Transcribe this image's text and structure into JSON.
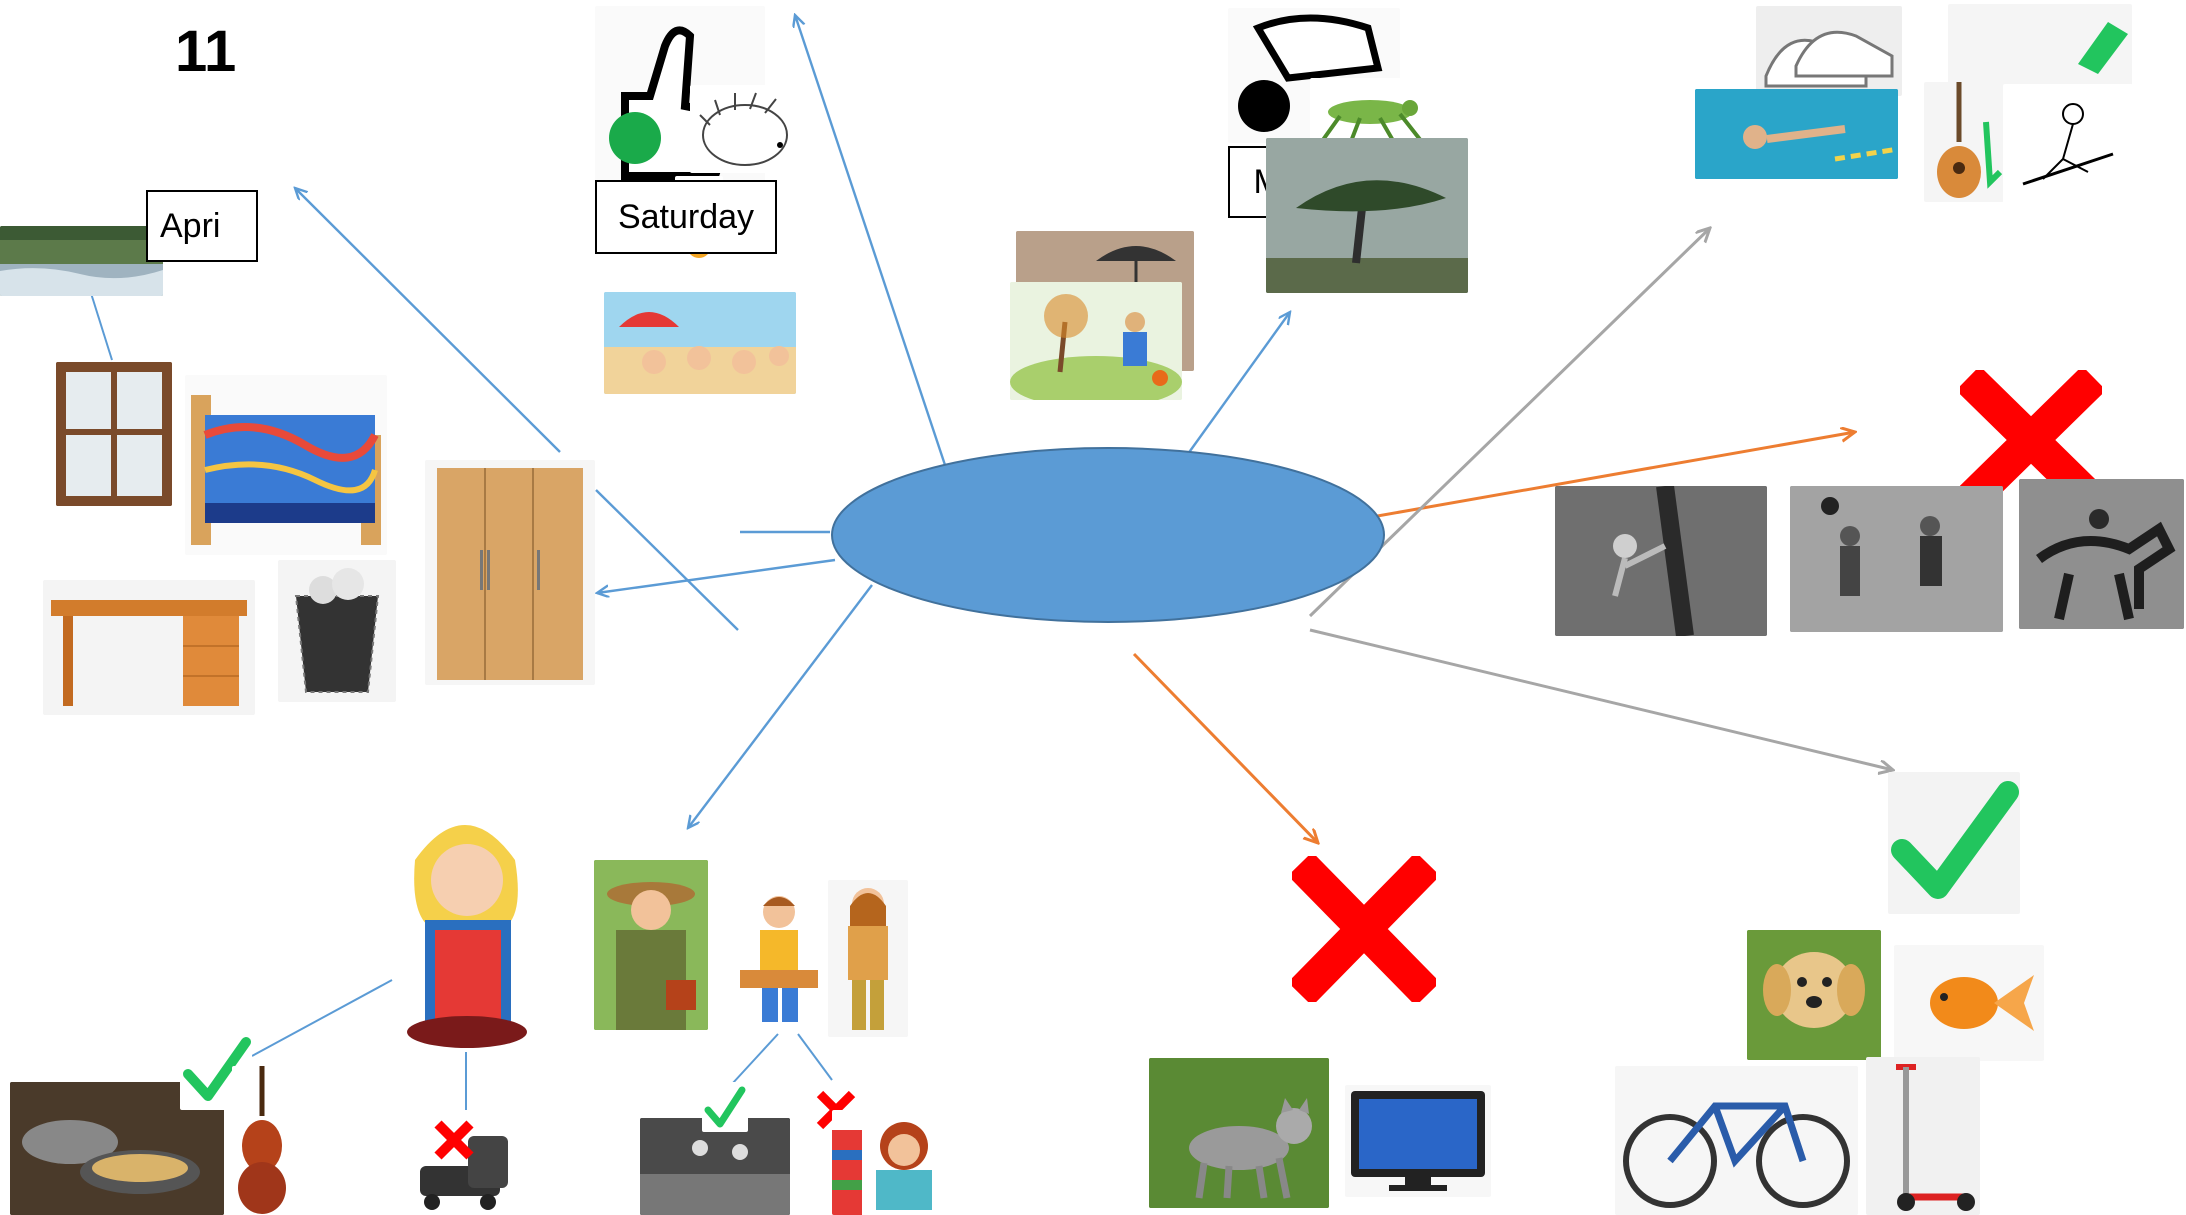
{
  "page": {
    "number": "11"
  },
  "labels": {
    "saturday": "Saturday",
    "monday": "Monday",
    "april": "Apri"
  },
  "center": {
    "shape": "ellipse",
    "fill": "#5b9bd5",
    "text": ""
  },
  "colors": {
    "blue_arrow": "#5b9bd5",
    "orange_arrow": "#ed7d31",
    "grey_arrow": "#a6a6a6",
    "check": "#22c55e",
    "cross": "#ff0000"
  },
  "pictures": {
    "top_left": [
      "river",
      "window",
      "bed",
      "wardrobe",
      "desk",
      "wastebasket"
    ],
    "top_center": [
      "thumbs-up",
      "hedgehog",
      "sun",
      "beach"
    ],
    "top_right_center": [
      "hand-symbol",
      "grasshopper",
      "umbrella-rain",
      "autumn-scarecrow",
      "windy-tree"
    ],
    "far_right_top": [
      "shoes",
      "swimmer",
      "check",
      "guitar",
      "snowboarder"
    ],
    "far_right_middle": [
      "cross",
      "climbing",
      "basketball",
      "horse-riding"
    ],
    "far_right_bottom": [
      "check",
      "dog",
      "goldfish",
      "bicycle",
      "scooter"
    ],
    "bottom_center": [
      "cross",
      "cat",
      "television"
    ],
    "bottom_left": [
      "mother",
      "cooking",
      "check",
      "violin",
      "cross",
      "roller-skates"
    ],
    "bottom_mid": [
      "gardener",
      "brother",
      "sister",
      "check",
      "football",
      "cross",
      "reading-girl"
    ]
  }
}
